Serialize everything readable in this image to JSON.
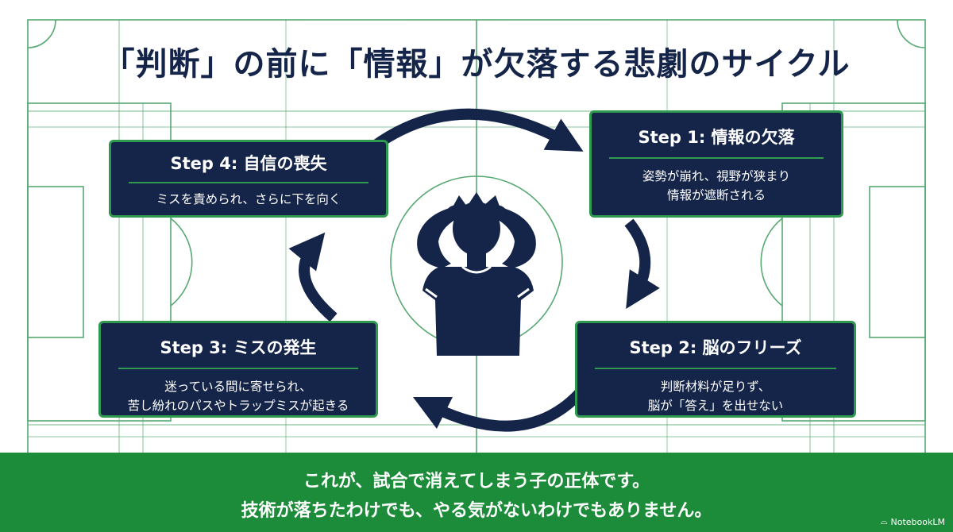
{
  "title": "「判断」の前に「情報」が欠落する悲劇のサイクル",
  "steps": [
    {
      "title": "Step 1: 情報の欠落",
      "lines": [
        "姿勢が崩れ、視野が狭まり",
        "情報が遮断される"
      ]
    },
    {
      "title": "Step 2: 脳のフリーズ",
      "lines": [
        "判断材料が足りず、",
        "脳が「答え」を出せない"
      ]
    },
    {
      "title": "Step 3: ミスの発生",
      "lines": [
        "迷っている間に寄せられ、",
        "苦し紛れのパスやトラップミスが起きる"
      ]
    },
    {
      "title": "Step 4: 自信の喪失",
      "lines": [
        "ミスを責められ、さらに下を向く"
      ]
    }
  ],
  "center_icon": "frustrated-player-icon",
  "footer": {
    "line1": "これが、試合で消えてしまう子の正体です。",
    "line2": "技術が落ちたわけでも、やる気がないわけでもありません。"
  },
  "badge": {
    "icon": "notebooklm-icon",
    "label": "NotebookLM"
  },
  "colors": {
    "navy": "#152549",
    "green": "#2f9a4d",
    "footer_green": "#1d8c3a",
    "pitch_line": "#1f8c44"
  }
}
